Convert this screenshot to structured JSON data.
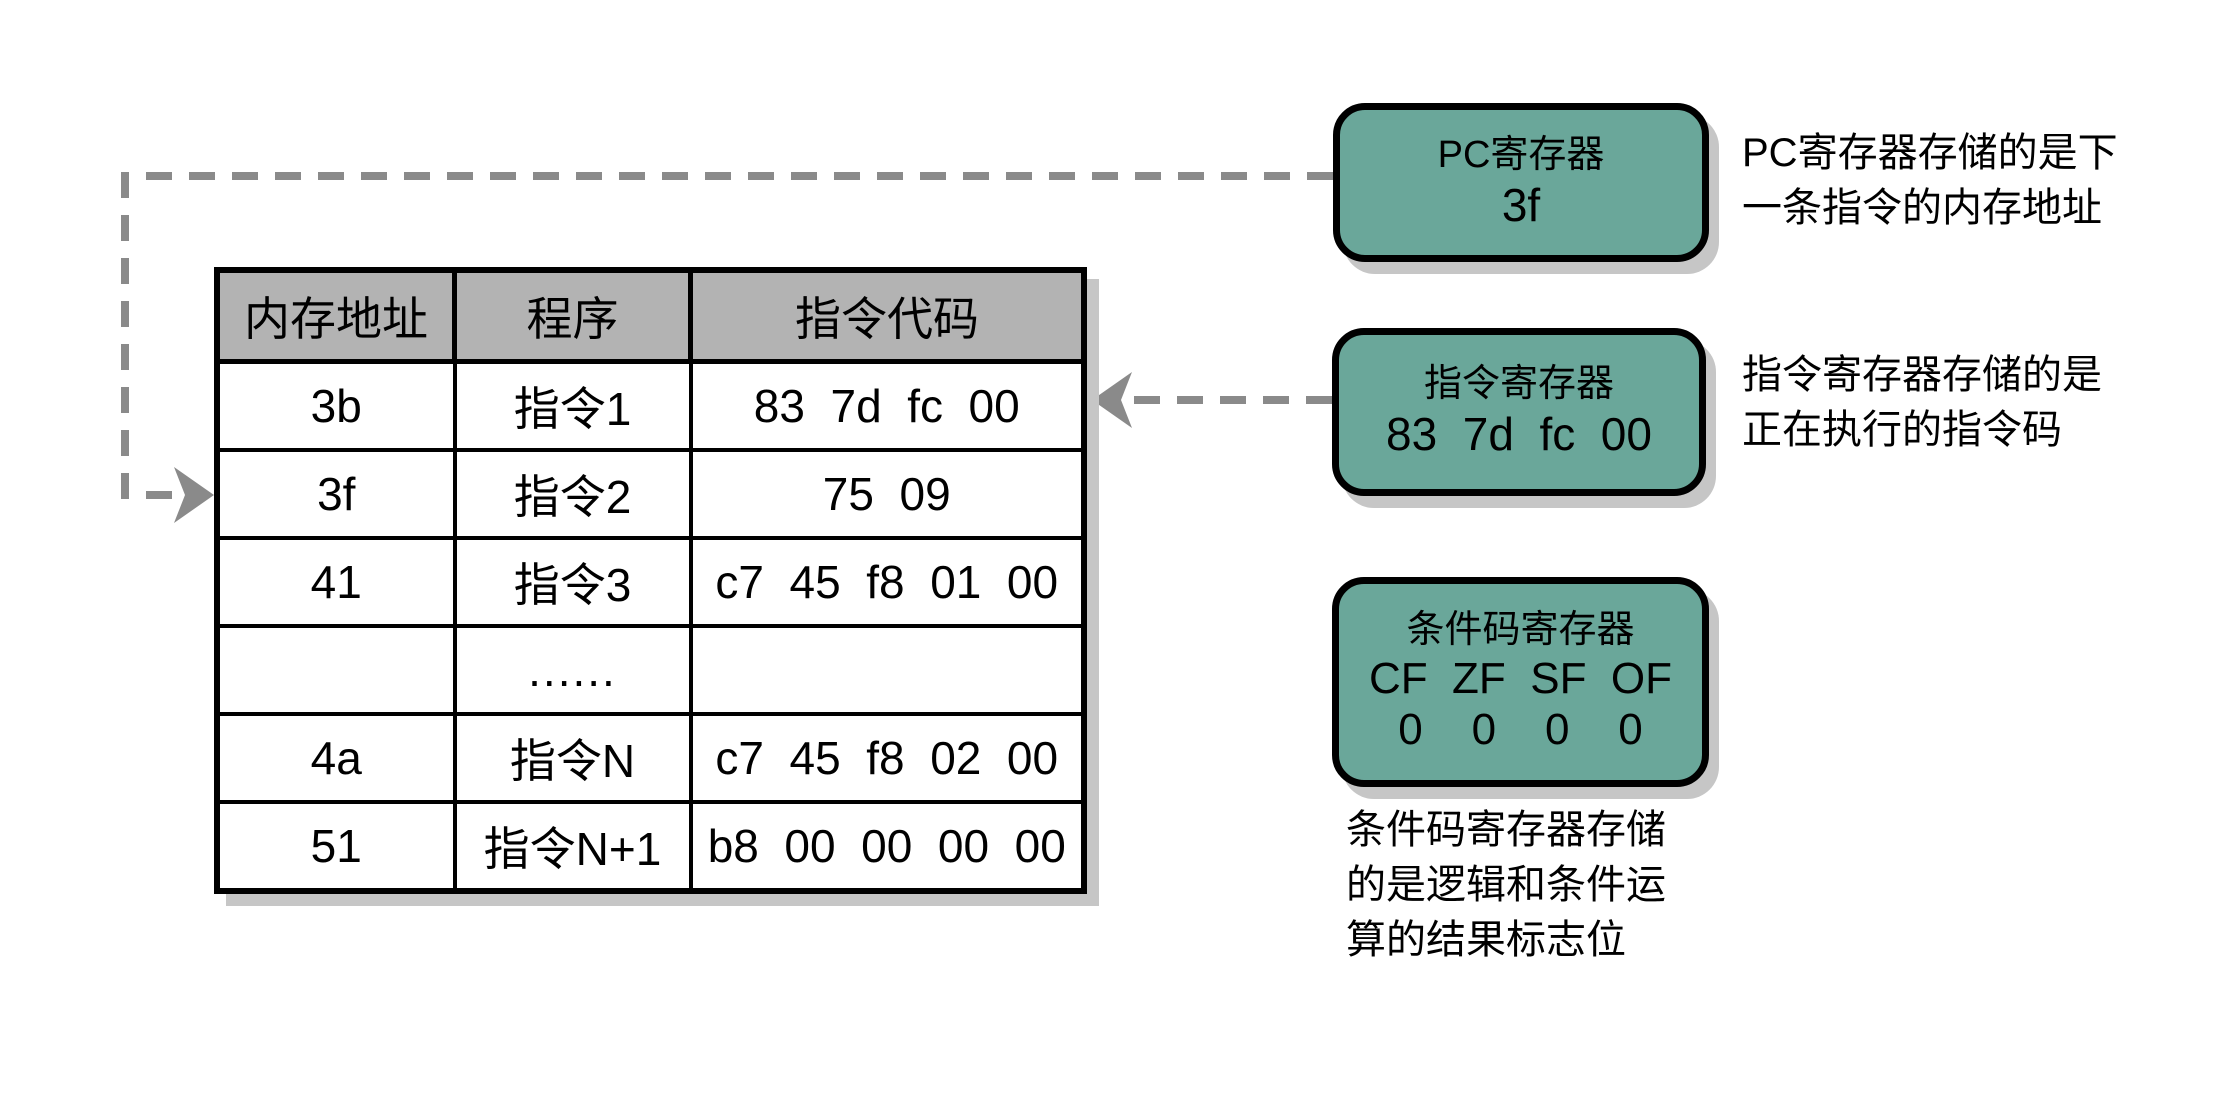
{
  "memory_table": {
    "headers": [
      "内存地址",
      "程序",
      "指令代码"
    ],
    "rows": [
      {
        "address": "3b",
        "program": "指令1",
        "code": "83  7d  fc  00"
      },
      {
        "address": "3f",
        "program": "指令2",
        "code": "75  09"
      },
      {
        "address": "41",
        "program": "指令3",
        "code": "c7  45  f8  01  00"
      },
      {
        "address": "",
        "program": "......",
        "code": ""
      },
      {
        "address": "4a",
        "program": "指令N",
        "code": "c7  45  f8  02  00"
      },
      {
        "address": "51",
        "program": "指令N+1",
        "code": "b8  00  00  00  00"
      }
    ]
  },
  "registers": {
    "pc": {
      "title": "PC寄存器",
      "value": "3f",
      "note_lines": [
        "PC寄存器存储的是下",
        "一条指令的内存地址"
      ]
    },
    "ir": {
      "title": "指令寄存器",
      "value": "83  7d  fc  00",
      "note_lines": [
        "指令寄存器存储的是",
        "正在执行的指令码"
      ]
    },
    "cc": {
      "title": "条件码寄存器",
      "flags": "CF  ZF  SF  OF",
      "flag_values": "0    0    0    0",
      "note_lines": [
        "条件码寄存器存储",
        "的是逻辑和条件运",
        "算的结果标志位"
      ]
    }
  },
  "icons": {
    "pc_arrowhead": "arrow-right-icon",
    "ir_arrowhead": "arrow-left-icon"
  },
  "colors": {
    "register_fill": "#6aa79a",
    "table_header_fill": "#b3b3b3",
    "connector_gray": "#8a8a8a",
    "border_black": "#000000",
    "shadow_gray": "#c6c6c6",
    "background": "#ffffff"
  }
}
